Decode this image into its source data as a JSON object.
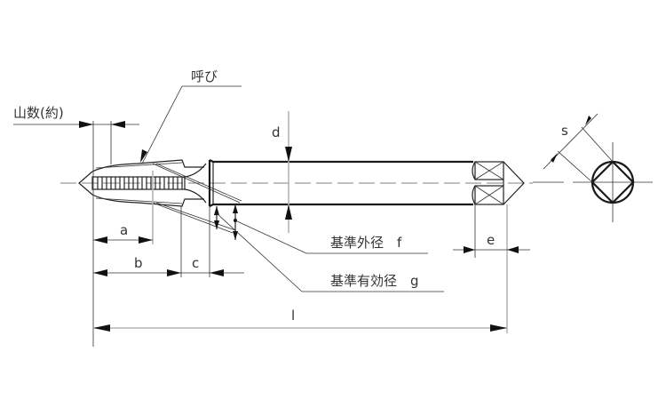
{
  "diagram": {
    "title": "Tap dimension drawing",
    "labels": {
      "nominal": "呼び",
      "threads_approx": "山数(約)",
      "dim_a": "a",
      "dim_b": "b",
      "dim_c": "c",
      "dim_d": "d",
      "dim_e": "e",
      "dim_l": "l",
      "dim_s": "s",
      "ref_outer": "基準外径　f",
      "ref_pitch": "基準有効径　g"
    }
  }
}
